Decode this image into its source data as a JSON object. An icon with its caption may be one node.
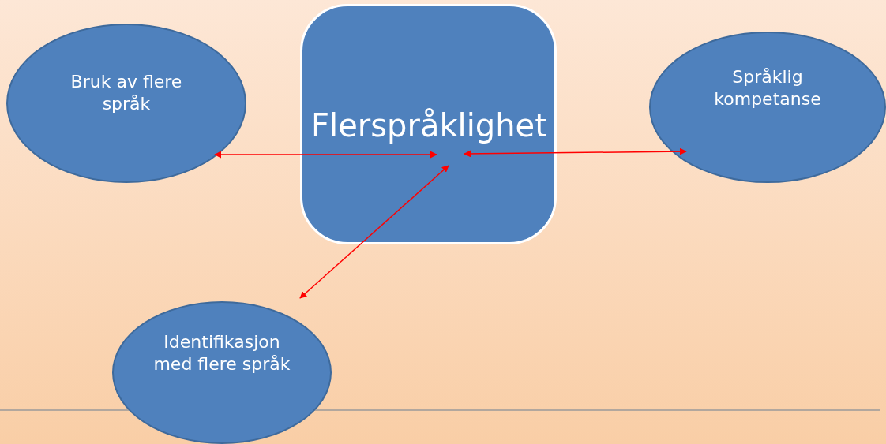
{
  "diagram": {
    "nodes": [
      {
        "text": [
          "Bruk av flere språk"
        ]
      },
      {
        "text": [
          "Flerspråklighet"
        ]
      },
      {
        "text": [
          "Språklig kompetanse"
        ]
      },
      {
        "text": [
          "Identifikasjon med flere språk"
        ]
      }
    ],
    "edges": [
      {
        "from": 0,
        "to": 1,
        "arrow": "both"
      },
      {
        "from": 1,
        "to": 2,
        "arrow": "both"
      },
      {
        "from": 1,
        "to": 3,
        "arrow": "both"
      }
    ]
  }
}
